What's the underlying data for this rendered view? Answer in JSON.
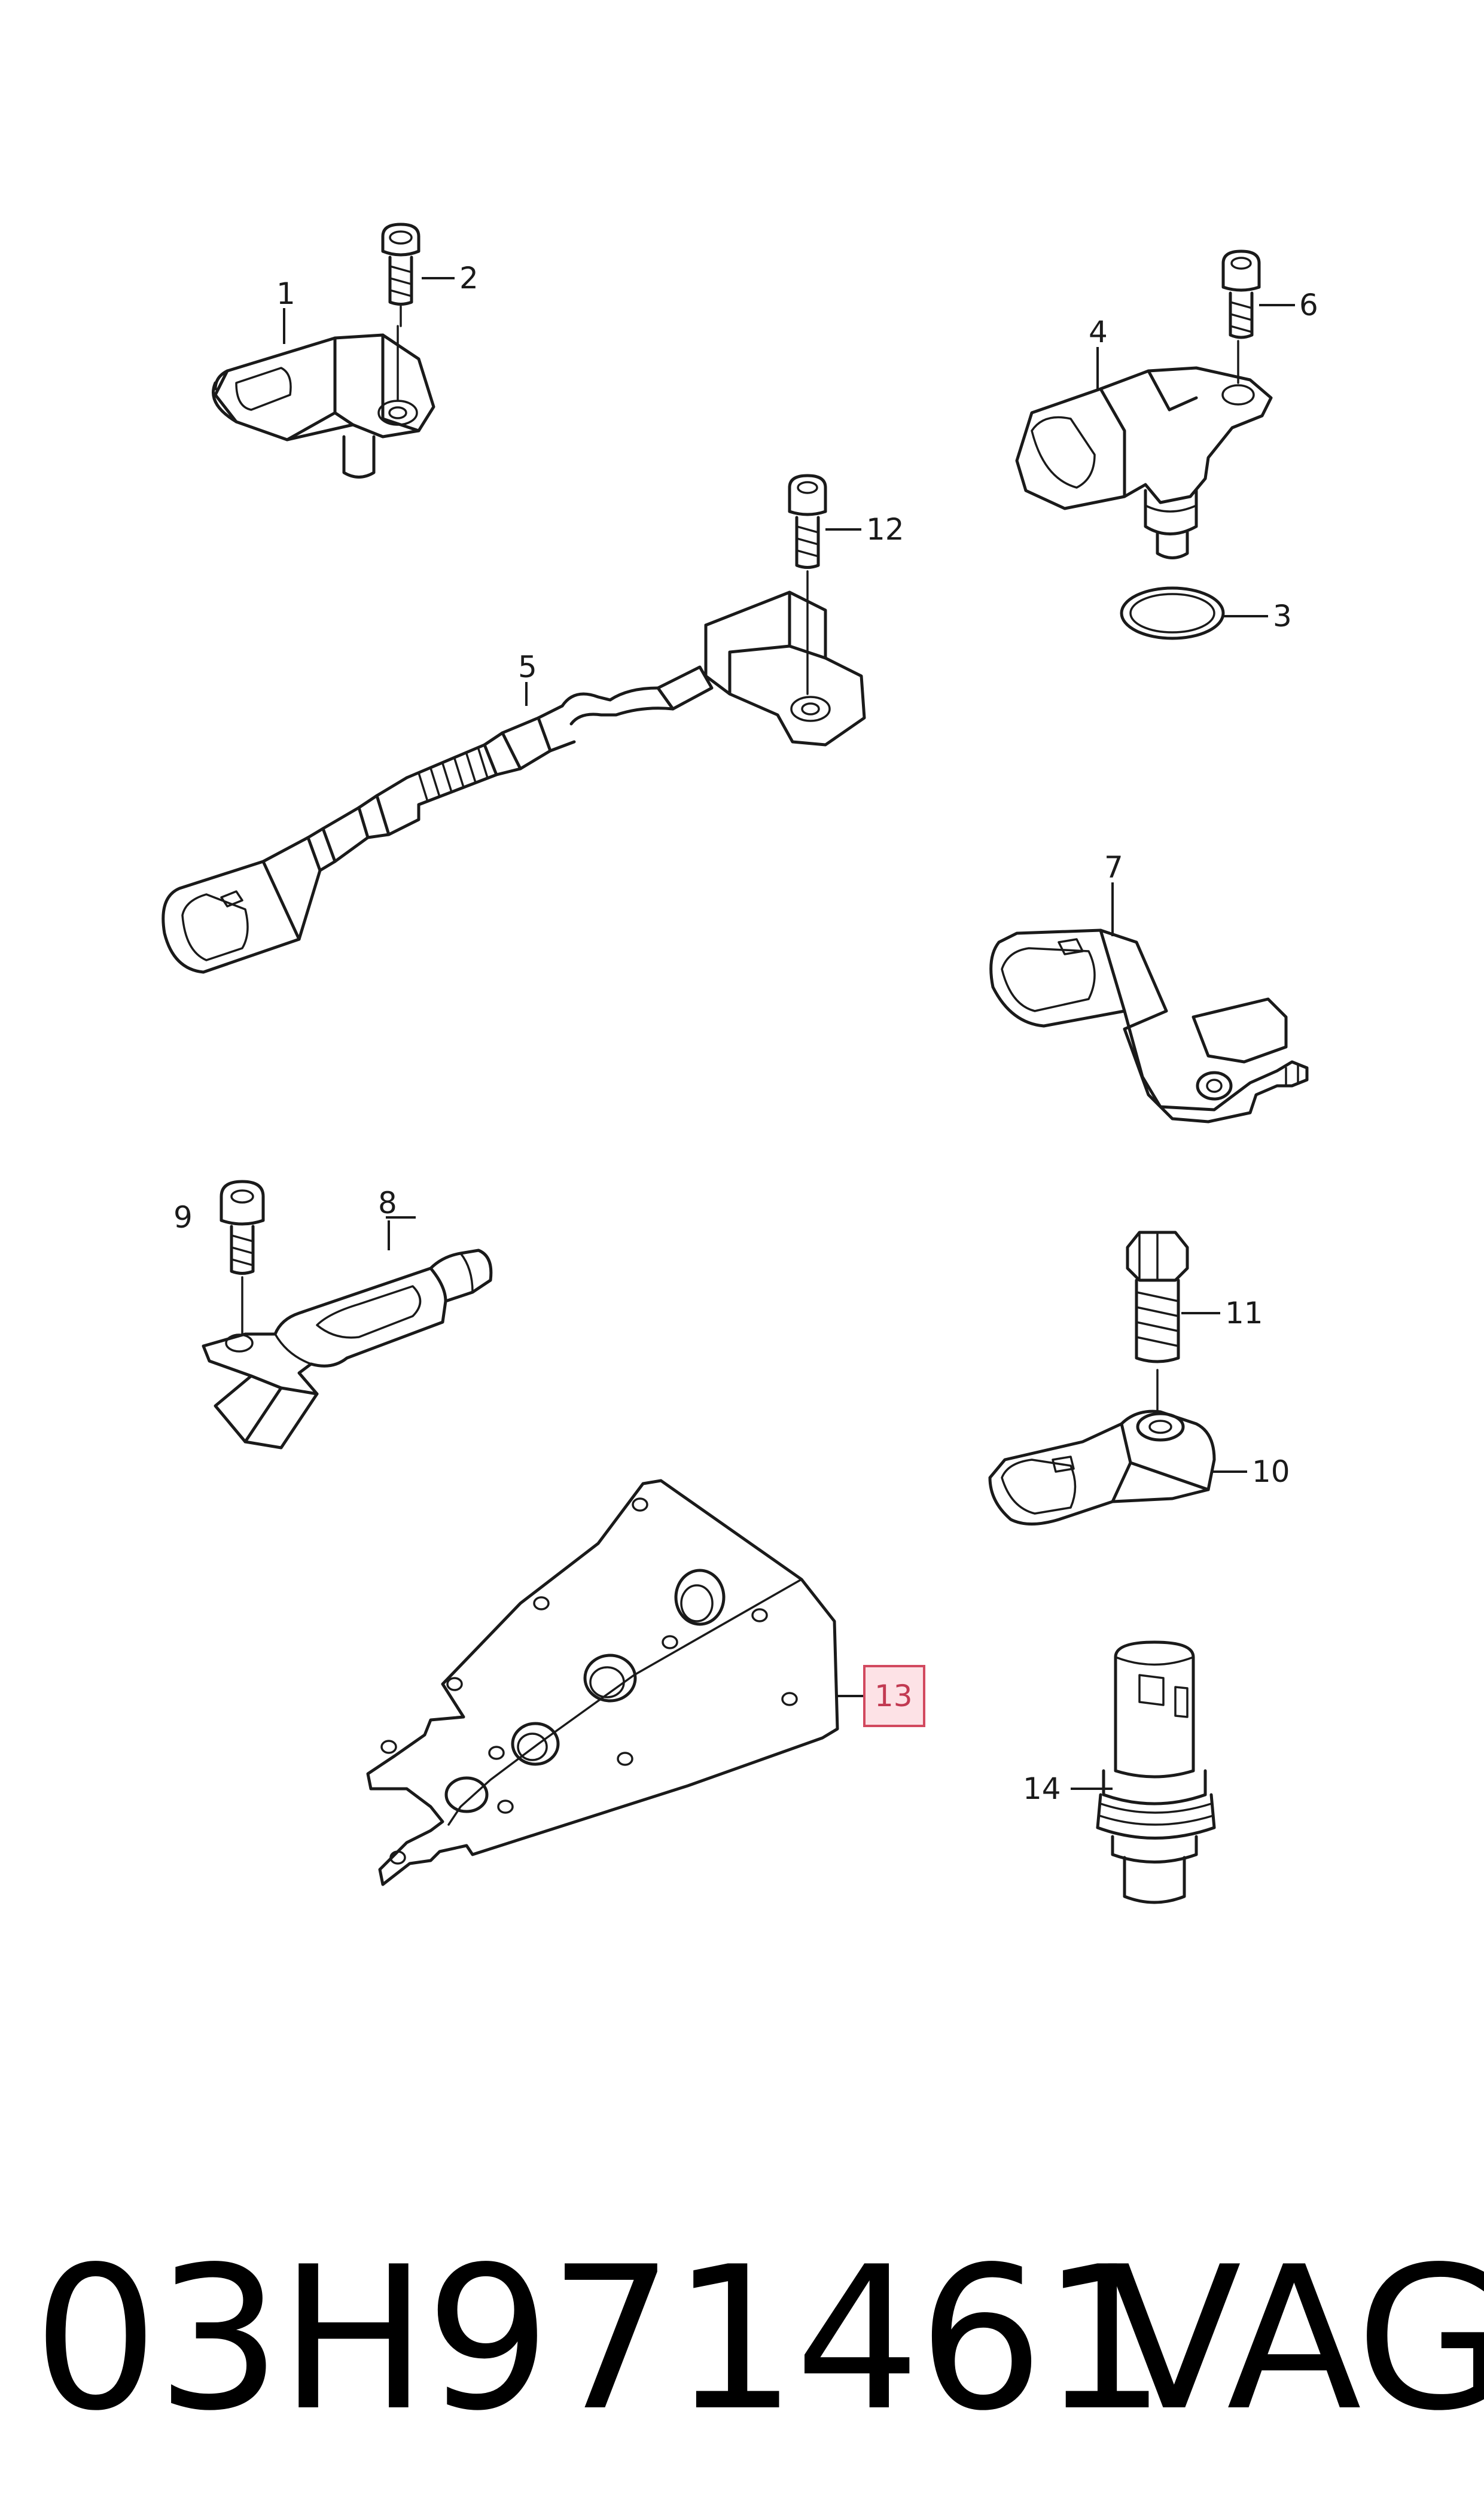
{
  "diagram": {
    "callouts": [
      "1",
      "2",
      "3",
      "4",
      "5",
      "6",
      "7",
      "8",
      "9",
      "10",
      "11",
      "12",
      "13",
      "14"
    ],
    "highlighted_callout": "13",
    "highlight_color": "#fde2e6",
    "highlight_border": "#d2495f"
  },
  "footer": {
    "part_number": "03H971461",
    "brand": "VAG"
  }
}
